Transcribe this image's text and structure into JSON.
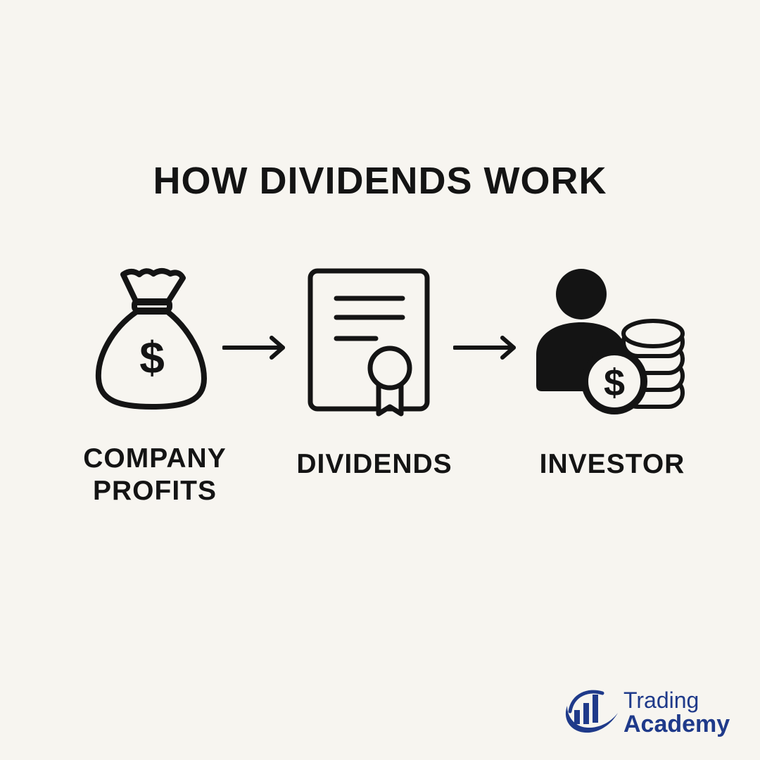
{
  "title": "HOW DIVIDENDS WORK",
  "steps": [
    {
      "icon": "money-bag-icon",
      "label_lines": [
        "COMPANY",
        "PROFITS"
      ]
    },
    {
      "icon": "certificate-icon",
      "label_lines": [
        "DIVIDENDS"
      ]
    },
    {
      "icon": "investor-coins-icon",
      "label_lines": [
        "INVESTOR"
      ]
    }
  ],
  "brand": {
    "line1": "Trading",
    "line2": "Academy",
    "color": "#1f3a8a",
    "logo_icon": "bar-chart-swoosh-icon"
  },
  "colors": {
    "background": "#f7f5f0",
    "ink": "#141414"
  }
}
